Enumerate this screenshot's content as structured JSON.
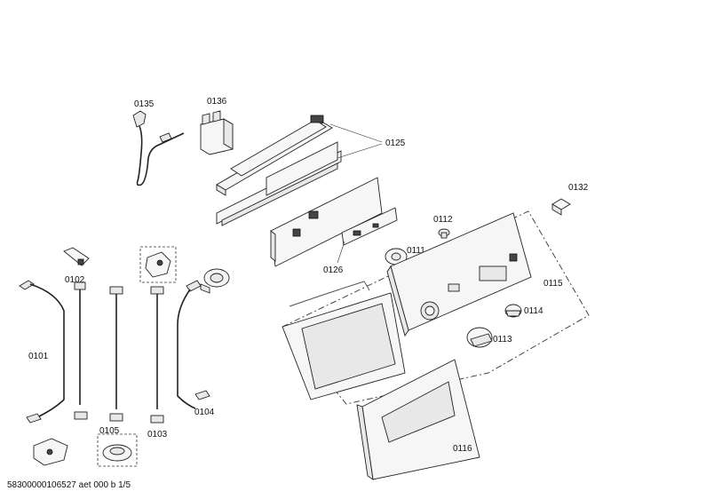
{
  "labels": {
    "p0135": "0135",
    "p0136": "0136",
    "p0125": "0125",
    "p0132": "0132",
    "p0112": "0112",
    "p0111": "0111",
    "p0126": "0126",
    "p0102": "0102",
    "p0115": "0115",
    "p0114": "0114",
    "p0113": "0113",
    "p0101": "0101",
    "p0104": "0104",
    "p0105": "0105",
    "p0103": "0103",
    "p0116": "0116"
  },
  "footer": "58300000106527 aet 000 b 1/5"
}
